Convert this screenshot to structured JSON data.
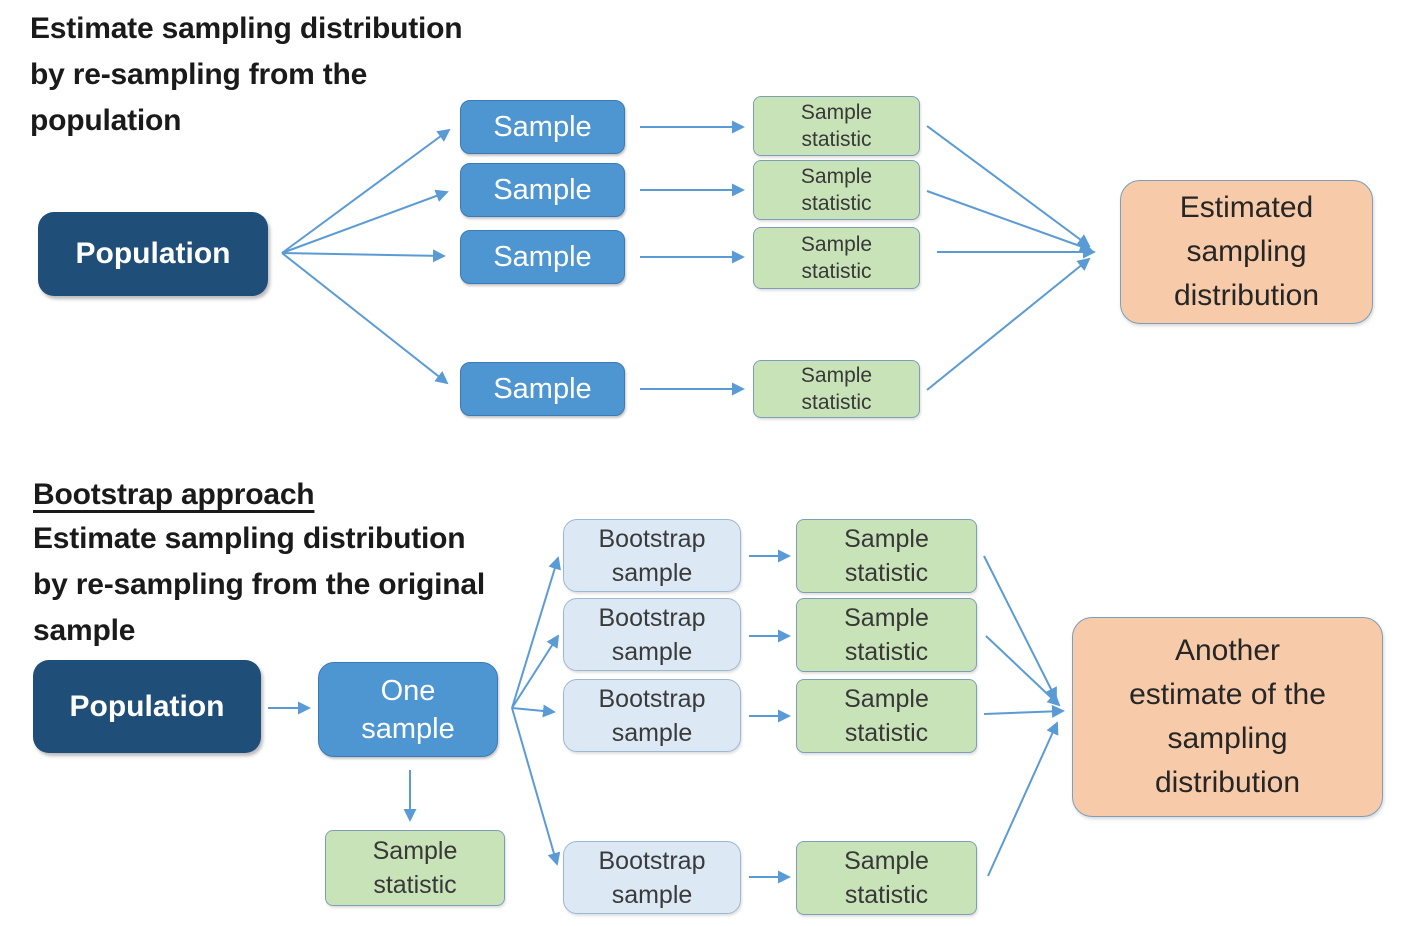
{
  "colors": {
    "population_fill": "#1F4E79",
    "sample_fill": "#4E96D2",
    "bootstrap_fill": "#DCE9F5",
    "statistic_fill": "#C9E3B8",
    "result_fill": "#F7CBA9",
    "arrow": "#5B9BD5"
  },
  "top_panel": {
    "heading": "Estimate sampling distribution\nby re-sampling from the\npopulation",
    "population": "Population",
    "samples": [
      "Sample",
      "Sample",
      "Sample",
      "Sample"
    ],
    "statistics": [
      "Sample\nstatistic",
      "Sample\nstatistic",
      "Sample\nstatistic",
      "Sample\nstatistic"
    ],
    "result": "Estimated\nsampling\ndistribution"
  },
  "bottom_panel": {
    "title": "Bootstrap approach",
    "heading": "Estimate sampling distribution\nby re-sampling from the original\nsample",
    "population": "Population",
    "one_sample": "One\nsample",
    "one_sample_statistic": "Sample\nstatistic",
    "bootstrap_samples": [
      "Bootstrap\nsample",
      "Bootstrap\nsample",
      "Bootstrap\nsample",
      "Bootstrap\nsample"
    ],
    "statistics": [
      "Sample\nstatistic",
      "Sample\nstatistic",
      "Sample\nstatistic",
      "Sample\nstatistic"
    ],
    "result": "Another\nestimate of the\nsampling\ndistribution"
  }
}
